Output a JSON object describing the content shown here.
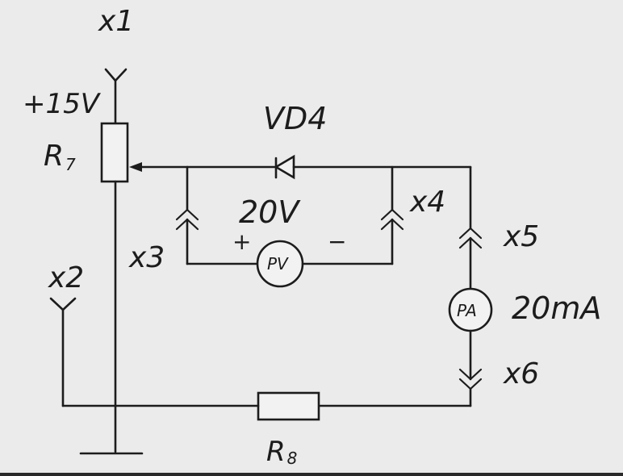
{
  "labels": {
    "x1": "x1",
    "supply": "+15V",
    "r7": "R7",
    "r7_main": "R",
    "r7_sub": "7",
    "vd4": "VD4",
    "x2": "x2",
    "x3": "x3",
    "v20": "20V",
    "x4": "x4",
    "x5": "x5",
    "plus": "+",
    "minus": "−",
    "pv": "PV",
    "pa": "PA",
    "ma20": "20mA",
    "x6": "x6",
    "r8": "R8",
    "r8_main": "R",
    "r8_sub": "8"
  }
}
